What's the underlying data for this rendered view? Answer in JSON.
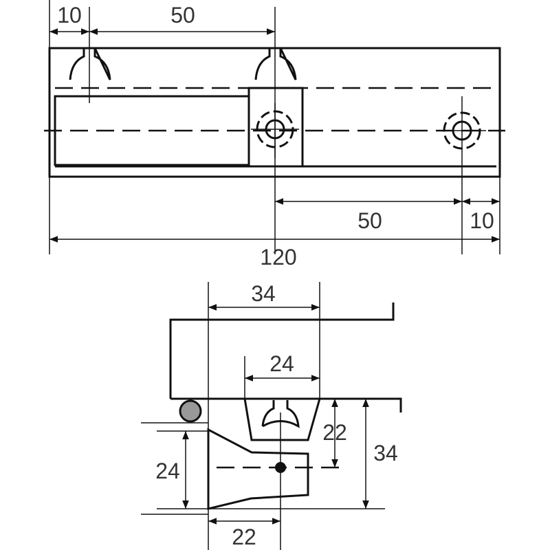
{
  "top_view": {
    "dim_left_offset": "10",
    "dim_hole_spacing_top": "50",
    "dim_hole_spacing_bottom": "50",
    "dim_right_offset": "10",
    "dim_total_length": "120"
  },
  "side_view": {
    "dim_top_width": "34",
    "dim_inner_width": "24",
    "dim_left_height": "24",
    "dim_hole_depth": "22",
    "dim_total_height": "34",
    "dim_bottom_offset": "22"
  },
  "colors": {
    "line": "#111111",
    "label": "#333333"
  }
}
